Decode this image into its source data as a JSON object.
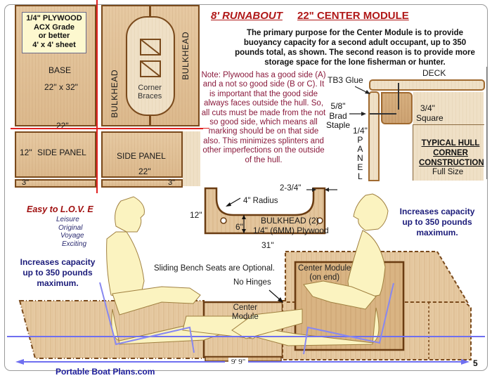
{
  "header": {
    "title_main": "8' RUNABOUT",
    "title_sub": "22\" CENTER MODULE",
    "intro": "The primary purpose for the Center Module is to provide buoyancy capacity for a second adult occupant, up to 350 pounds total, as shown. The second reason is to provide more storage space for the lone fisherman or hunter."
  },
  "cut_sheet": {
    "plywood_info": [
      "1/4\" PLYWOOD",
      "ACX Grade",
      "or better",
      "4' x 4' sheet"
    ],
    "base_label": "BASE",
    "base_size": "22\" x 32\"",
    "base_width": "22\"",
    "bulkhead_left": "BULKHEAD",
    "bulkhead_right": "BULKHEAD",
    "corner_braces": [
      "Corner",
      "Braces"
    ],
    "side_panel_left_height": "12\"",
    "side_panel_left": "SIDE PANEL",
    "side_panel_right": "SIDE PANEL",
    "side_panel_right_width": "22\"",
    "strip_left": "3\"",
    "strip_right": "3\""
  },
  "note": "Note: Plywood has a good side (A) and a not so good side (B or C). It is important that the good side always faces outside the hull.  So, all cuts must be made from the not so good side, which means all marking should be on that side also.  This minimizes splinters and other imperfections on the outside of the hull.",
  "corner_detail": {
    "deck": "DECK",
    "glue": "TB3 Glue",
    "staple": [
      "5/8\"",
      "Brad",
      "Staple"
    ],
    "square": [
      "3/4\"",
      "Square"
    ],
    "panel_thickness": "1/4\"",
    "panel_letters": [
      "P",
      "A",
      "N",
      "E",
      "L"
    ],
    "title": [
      "TYPICAL HULL",
      "CORNER",
      "CONSTRUCTION"
    ],
    "scale": "Full Size"
  },
  "bulkhead_detail": {
    "top_dim": "2-3/4\"",
    "radius": "4\" Radius",
    "height": "12\"",
    "depth": "6\"",
    "name": "BULKHEAD (2)",
    "material": "1/4\" (6MM) Plywood",
    "width": "31\""
  },
  "love": {
    "title": "Easy to L.O.V. E",
    "words": [
      "Leisure",
      "Original",
      "Voyage",
      "Exciting"
    ]
  },
  "capacity_left": [
    "Increases capacity",
    "up to 350 pounds",
    "maximum."
  ],
  "capacity_right": [
    "Increases capacity",
    "up to 350 pounds",
    "maximum."
  ],
  "scene": {
    "sliding": "Sliding Bench Seats are Optional.",
    "hinges": "No Hinges",
    "center_module": [
      "Center",
      "Module"
    ],
    "center_module_end": [
      "Center Module",
      "(on end)"
    ],
    "length": "9' 9\""
  },
  "footer": {
    "site": "Portable Boat Plans.com",
    "page": "5"
  },
  "colors": {
    "title_red": "#b01818",
    "note_maroon": "#8a1a3c",
    "capacity_navy": "#1c1c7a",
    "cut_line_red": "#e02020",
    "waterline_blue": "#6f6ff0",
    "wood_edge": "#7a4a1c",
    "figure_fill": "#fbf3c0"
  }
}
